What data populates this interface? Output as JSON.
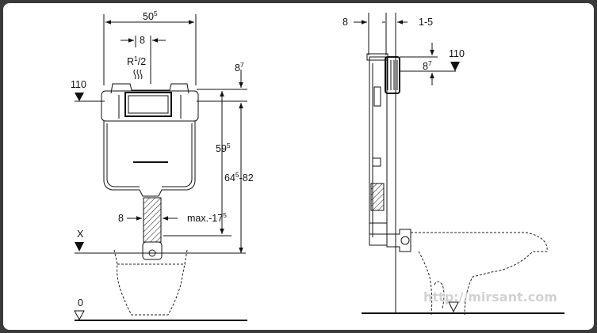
{
  "front_view": {
    "width": {
      "main": "50",
      "sup": "5"
    },
    "pipe_top": "8",
    "thread": {
      "main": "R",
      "sup": "1",
      "rest": "/2"
    },
    "top_offset": {
      "main": "8",
      "sup": "7"
    },
    "level_mark": "110",
    "height_inner": {
      "main": "59",
      "sup": "5"
    },
    "height_total": {
      "main": "64",
      "sup": "5",
      "rest": "-82"
    },
    "pipe_width": "8",
    "max_depth": {
      "main": "max.-17",
      "sup": "5"
    },
    "axis_x": "X",
    "floor": "0"
  },
  "side_view": {
    "depth": "8",
    "range": "1-5",
    "top_offset": {
      "main": "8",
      "sup": "7"
    },
    "level_mark": "110"
  },
  "watermark": "http://mirsant.com"
}
